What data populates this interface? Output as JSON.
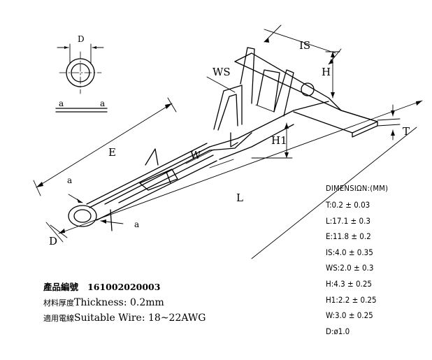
{
  "drawing": {
    "labels": {
      "D_top": "D",
      "a_left": "a",
      "a_right": "a",
      "IS": "IS",
      "H": "H",
      "WS": "WS",
      "T": "T",
      "H1": "H1",
      "E": "E",
      "W": "W",
      "L": "L",
      "a_front": "a",
      "a_front2": "a",
      "D_bottom": "D"
    },
    "dimension_table": {
      "title": "DIMENSIΩN:(MM)",
      "rows": [
        "T:0.2 ± 0.03",
        "L:17.1 ± 0.3",
        "E:11.8 ± 0.2",
        "IS:4.0 ± 0.35",
        "WS:2.0 ± 0.3",
        "H:4.3 ± 0.25",
        "H1:2.2 ± 0.25",
        "W:3.0 ± 0.25",
        "D:ø1.0"
      ]
    },
    "notes": {
      "part_label": "產品編號",
      "part_number": "161002020003",
      "thickness_label": "材料厚度",
      "thickness_text": "Thickness: 0.2mm",
      "wire_label": "適用電線",
      "wire_text": "Suitable  Wire: 18~22AWG"
    }
  }
}
